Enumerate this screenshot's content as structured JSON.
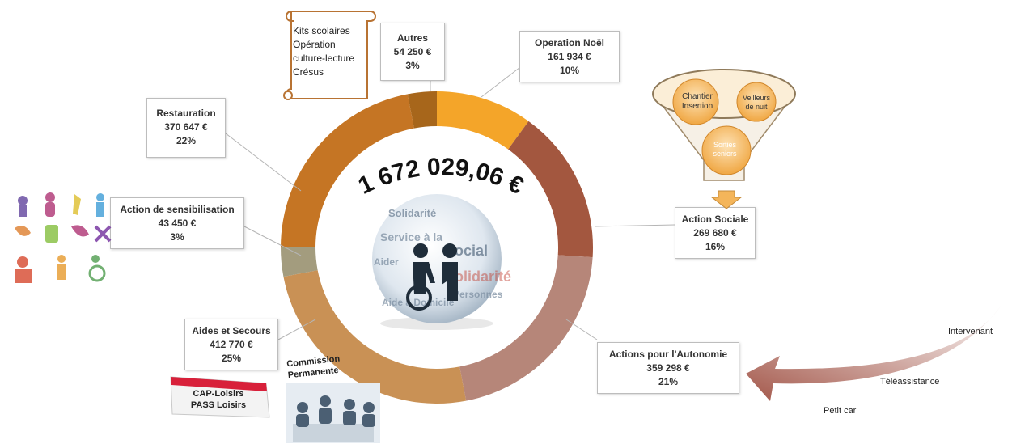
{
  "chart_data": {
    "type": "pie",
    "center_value": "1 672 029,06 €",
    "slices": [
      {
        "label": "Operation Noël",
        "amount": "161 934 €",
        "percent": "10%",
        "value": 10,
        "color": "#f4a529"
      },
      {
        "label": "Action Sociale",
        "amount": "269 680 €",
        "percent": "16%",
        "value": 16,
        "color": "#a3573f"
      },
      {
        "label": "Actions pour l'Autonomie",
        "amount": "359 298 €",
        "percent": "21%",
        "value": 21,
        "color": "#b68679"
      },
      {
        "label": "Aides et Secours",
        "amount": "412 770 €",
        "percent": "25%",
        "value": 25,
        "color": "#c99155"
      },
      {
        "label": "Action de sensibilisation",
        "amount": "43 450 €",
        "percent": "3%",
        "value": 3,
        "color": "#a39c7e"
      },
      {
        "label": "Restauration",
        "amount": "370 647 €",
        "percent": "22%",
        "value": 22,
        "color": "#c57524"
      },
      {
        "label": "Autres",
        "amount": "54 250 €",
        "percent": "3%",
        "value": 3,
        "color": "#a7661b"
      }
    ]
  },
  "autres_details": [
    "Kits scolaires",
    "Opération",
    "culture-lecture",
    "Crésus"
  ],
  "action_sociale_items": [
    "Chantier Insertion",
    "Veilleurs de nuit",
    "Sorties seniors"
  ],
  "aides_secours_items": [
    "CAP-Loisirs",
    "PASS Loisirs"
  ],
  "commission_label": [
    "Commission",
    "Permanente"
  ],
  "autonomie_items": [
    "Intervenant",
    "Téléassistance",
    "Petit car"
  ],
  "colors": {
    "label_border": "#bdbdbd",
    "scroll": "#b87333",
    "funnel_ball": "#f4b55a"
  }
}
